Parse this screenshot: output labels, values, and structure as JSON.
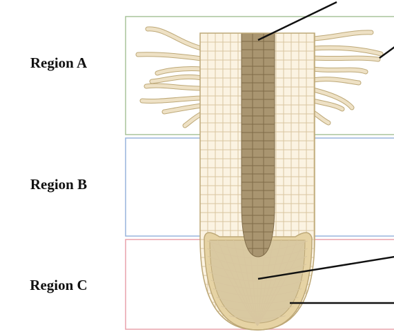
{
  "regions": [
    {
      "id": "a",
      "label": "Region A",
      "box_color": "#a9c39a"
    },
    {
      "id": "b",
      "label": "Region B",
      "box_color": "#97b3dc"
    },
    {
      "id": "c",
      "label": "Region C",
      "box_color": "#e9a2ab"
    }
  ],
  "colors": {
    "root_fill": "#fbf3e2",
    "cell_line": "#d8c6a0",
    "outline": "#bda877",
    "vascular_fill": "#a99570",
    "vascular_line": "#7f6b48",
    "root_hair": "#eee1c5",
    "cap_fill": "#e6d3a4",
    "meristem_fill": "#d9c9a1",
    "pointer": "#111111"
  },
  "pointer_count": 4
}
